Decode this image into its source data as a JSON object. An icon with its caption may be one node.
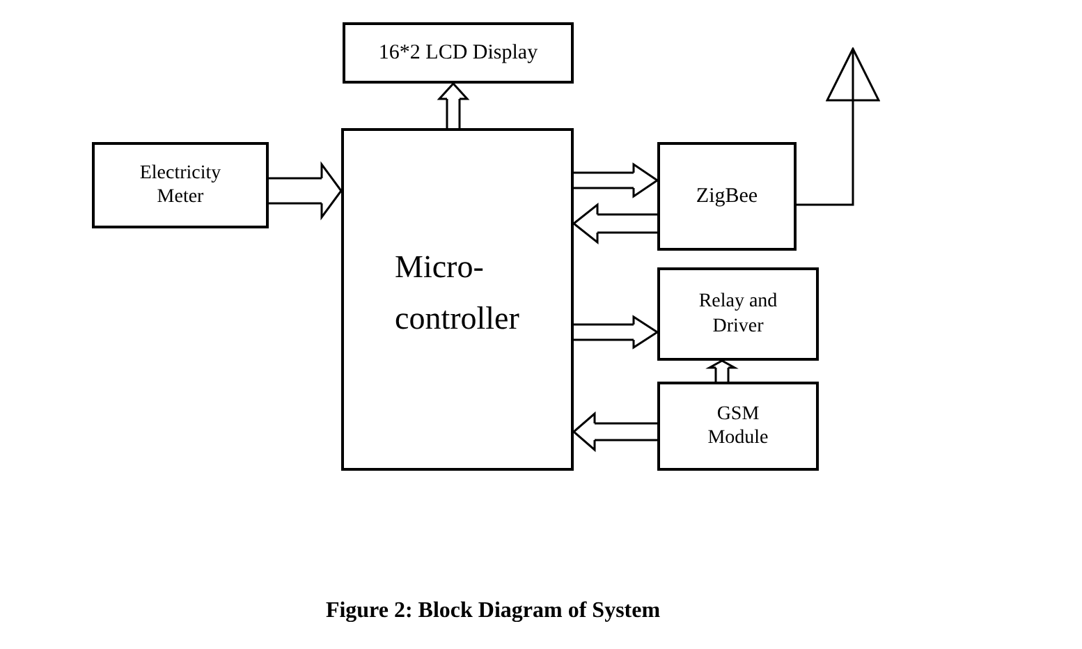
{
  "diagram": {
    "caption": "Figure 2: Block Diagram of System",
    "nodes": [
      {
        "text": [
          "16*2 LCD Display"
        ]
      },
      {
        "text": [],
        "shape": "antenna"
      },
      {
        "text": [
          "Electricity Meter"
        ]
      },
      {
        "text": [
          "Micro- controller"
        ]
      },
      {
        "text": [
          "ZigBee"
        ]
      },
      {
        "text": [
          "Relay and Driver"
        ]
      },
      {
        "text": [
          "GSM Module"
        ]
      }
    ],
    "edges": [
      {
        "from": 2,
        "to": 3,
        "arrow": "to"
      },
      {
        "from": 3,
        "to": 0,
        "arrow": "to"
      },
      {
        "from": 3,
        "to": 4,
        "arrow": "to"
      },
      {
        "from": 4,
        "to": 3,
        "arrow": "to"
      },
      {
        "from": 4,
        "to": 1,
        "arrow": "none"
      },
      {
        "from": 3,
        "to": 5,
        "arrow": "to"
      },
      {
        "from": 6,
        "to": 5,
        "arrow": "to"
      },
      {
        "from": 6,
        "to": 3,
        "arrow": "to"
      }
    ]
  }
}
